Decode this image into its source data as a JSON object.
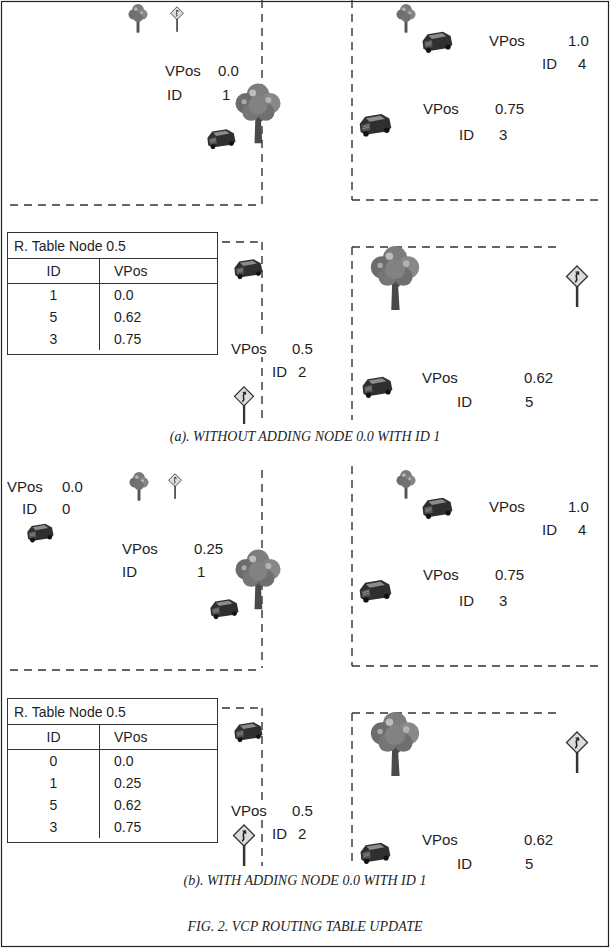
{
  "diagram": {
    "caption": "FIG. 2. VCP ROUTING TABLE UPDATE",
    "nodes": [
      {
        "text": [
          "R. Table Node 0.5",
          "ID",
          "VPos",
          "1",
          "0.0",
          "5",
          "0.62",
          "3",
          "0.75"
        ]
      },
      {
        "text": [
          "R. Table Node 0.5",
          "ID",
          "VPos",
          "0",
          "0.0",
          "1",
          "0.25",
          "5",
          "0.62",
          "3",
          "0.75"
        ]
      }
    ],
    "labels": [
      "VPos",
      "0.0",
      "ID",
      "1",
      "VPos",
      "1.0",
      "ID",
      "4",
      "VPos",
      "0.75",
      "ID",
      "3",
      "VPos",
      "0.5",
      "ID",
      "2",
      "VPos",
      "0.62",
      "ID",
      "5",
      "(a). WITHOUT ADDING NODE 0.0 WITH ID 1",
      "VPos",
      "0.0",
      "ID",
      "0",
      "VPos",
      "0.25",
      "ID",
      "1",
      "VPos",
      "1.0",
      "ID",
      "4",
      "VPos",
      "0.75",
      "ID",
      "3",
      "VPos",
      "0.5",
      "ID",
      "2",
      "VPos",
      "0.62",
      "ID",
      "5",
      "(b). WITH ADDING NODE 0.0 WITH ID 1"
    ]
  }
}
